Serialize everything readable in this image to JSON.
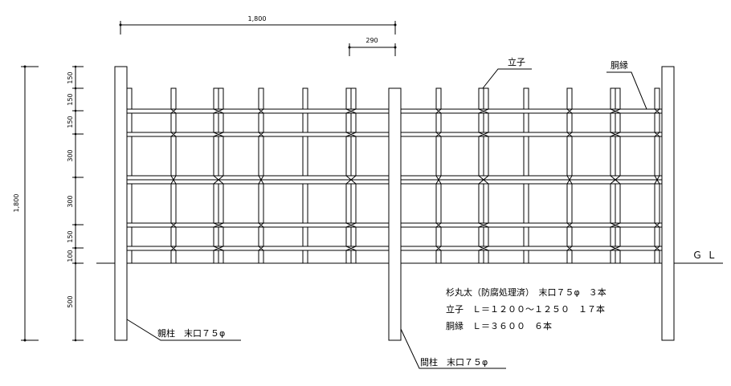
{
  "drawing": {
    "width_dim": "1,800",
    "spacing_dim": "290",
    "height_dim": "1,800",
    "vertical_dims": [
      "150",
      "150",
      "150",
      "300",
      "300",
      "150",
      "100",
      "500"
    ],
    "ground_label": "ＧＬ",
    "labels": {
      "picket": "立子",
      "rail": "胴縁",
      "main_post": "親柱　末口７５φ",
      "mid_post": "間柱　末口７５φ"
    },
    "materials": [
      "杉丸太（防腐処理済）　末口７５φ　３本",
      "立子　Ｌ＝１２００～１２５０　１７本",
      "胴縁　Ｌ＝３６００　６本"
    ]
  }
}
